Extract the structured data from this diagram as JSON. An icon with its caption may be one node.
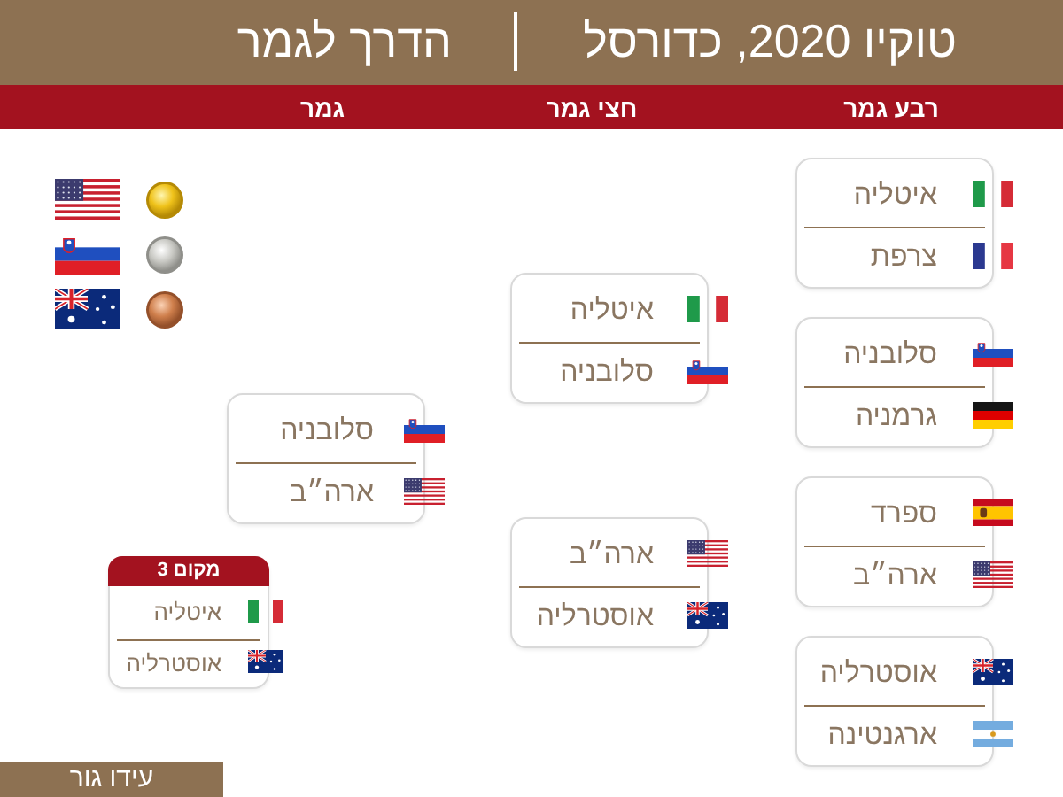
{
  "diagram": {
    "title": "טוקיו 2020, כדורסל",
    "nodes": [
      {
        "text": [
          "איטליה",
          "צרפת"
        ]
      },
      {
        "text": [
          "סלובניה",
          "גרמניה"
        ]
      },
      {
        "text": [
          "ספרד",
          "ארה״ב"
        ]
      },
      {
        "text": [
          "אוסטרליה",
          "ארגנטינה"
        ]
      },
      {
        "text": [
          "איטליה",
          "סלובניה"
        ]
      },
      {
        "text": [
          "ארה״ב",
          "אוסטרליה"
        ]
      },
      {
        "text": [
          "סלובניה",
          "ארה״ב"
        ]
      },
      {
        "text": [
          "מקום 3",
          "איטליה",
          "אוסטרליה"
        ]
      }
    ],
    "labels": [
      "הדרך לגמר",
      "רבע גמר",
      "חצי גמר",
      "גמר",
      "עידו גור"
    ]
  }
}
